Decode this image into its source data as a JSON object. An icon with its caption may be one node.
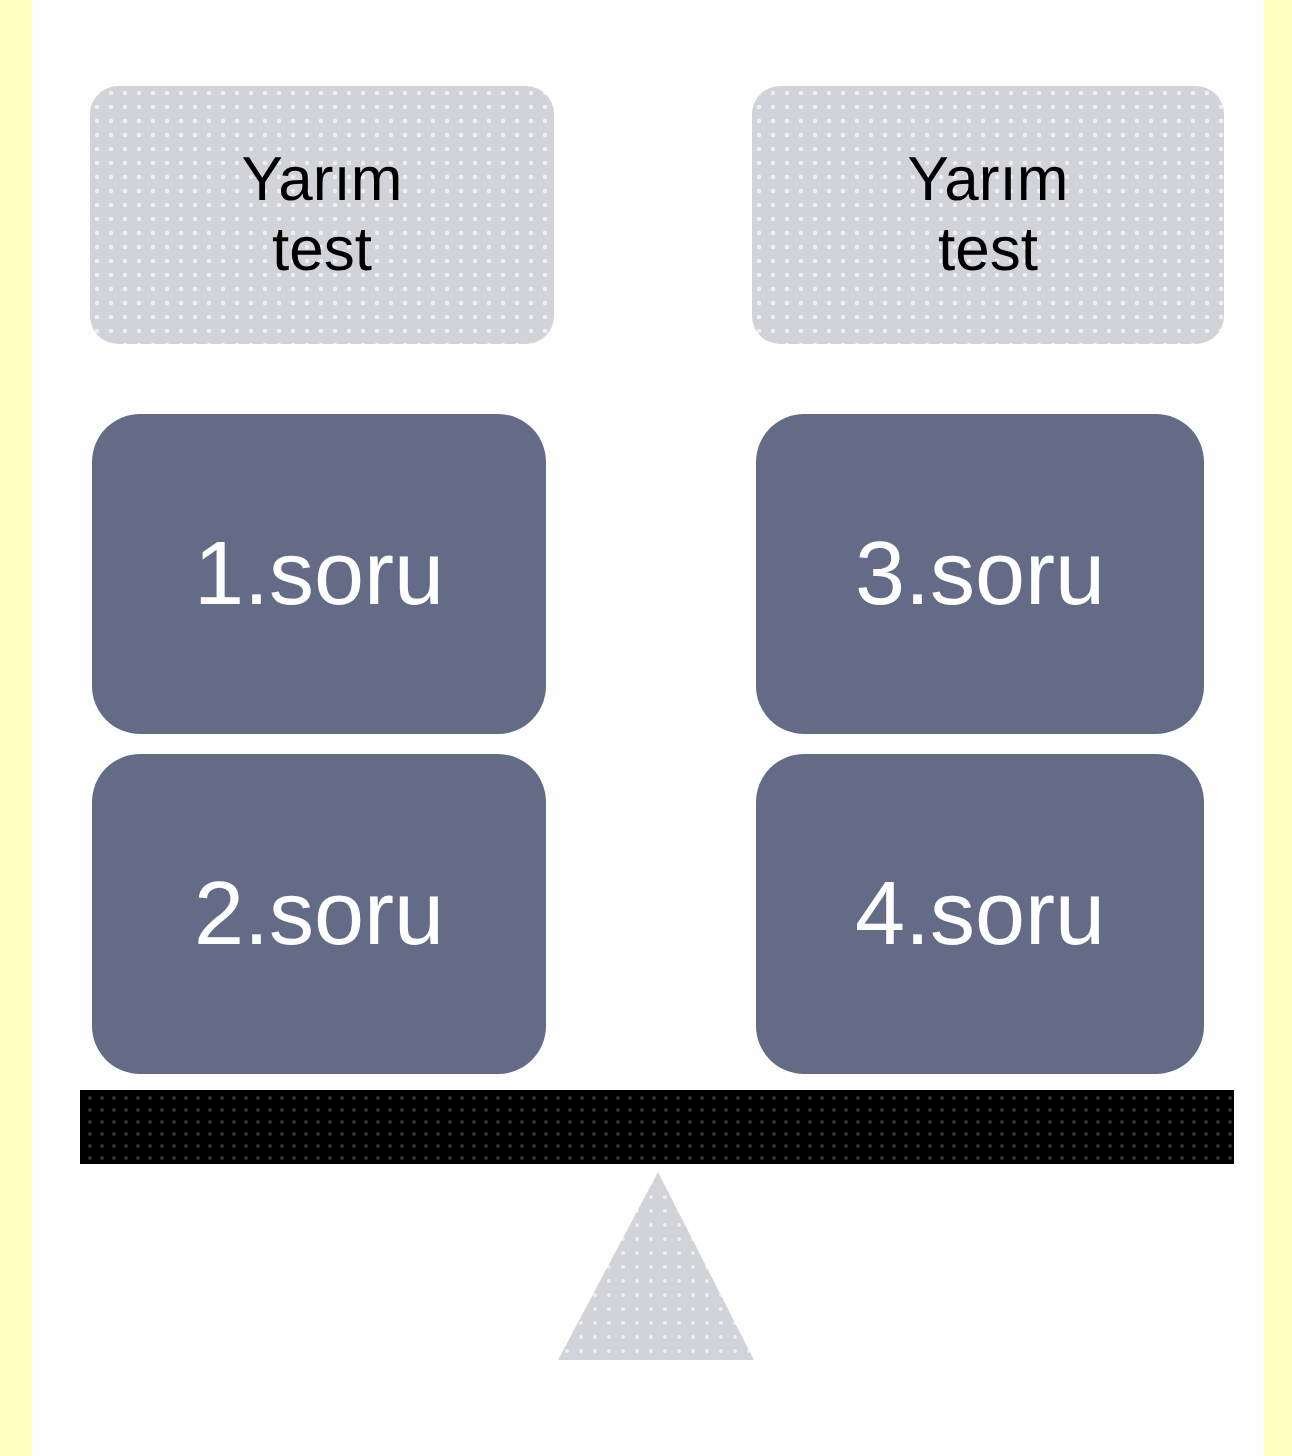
{
  "diagram": {
    "nodes": [
      {
        "text": [
          "Yarım test"
        ]
      },
      {
        "text": [
          "Yarım test"
        ]
      },
      {
        "text": [
          "1.soru"
        ]
      },
      {
        "text": [
          "2.soru"
        ]
      },
      {
        "text": [
          "3.soru"
        ]
      },
      {
        "text": [
          "4.soru"
        ]
      }
    ]
  }
}
